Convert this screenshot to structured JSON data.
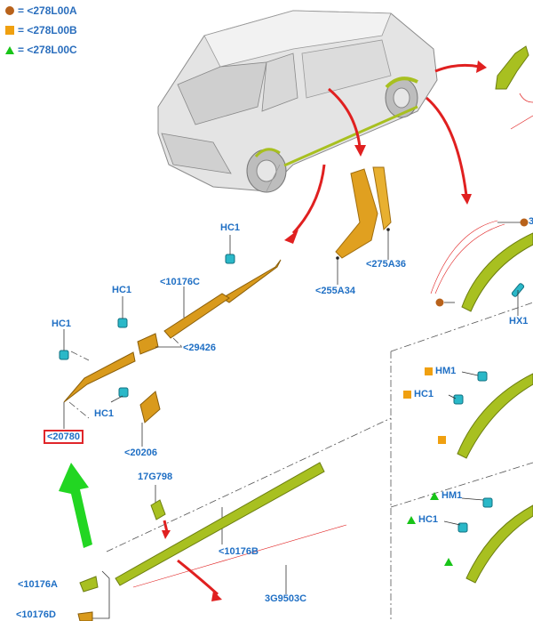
{
  "legend": [
    {
      "marker": "circle",
      "color": "#b8621b",
      "text": "= <278L00A"
    },
    {
      "marker": "square",
      "color": "#f0a010",
      "text": "= <278L00B"
    },
    {
      "marker": "triangle",
      "color": "#18c418",
      "text": "= <278L00C"
    }
  ],
  "labels": {
    "hc1_a": "HC1",
    "hc1_b": "HC1",
    "hc1_c": "HC1",
    "hc1_d": "HC1",
    "hc1_e": "HC1",
    "hc1_f": "HC1",
    "hm1_a": "HM1",
    "hm1_b": "HM1",
    "p10176C": "<10176C",
    "p29426": "<29426",
    "p20780": "<20780",
    "p20206": "<20206",
    "p17G798": "17G798",
    "p10176B": "<10176B",
    "p10176A": "<10176A",
    "p10176D": "<10176D",
    "p3G9503C": "3G9503C",
    "p255A34": "<255A34",
    "p275A36": "<275A36",
    "hx1": "HX1",
    "p3": "3"
  },
  "colors": {
    "label_blue": "#1f6fc4",
    "trim_orange": "#d99a1c",
    "trim_green": "#a8c020",
    "clip_cyan": "#2ab8c8",
    "arrow_red": "#e02020",
    "highlight_arrow": "#22d622",
    "highlight_box": "#e0262a"
  }
}
